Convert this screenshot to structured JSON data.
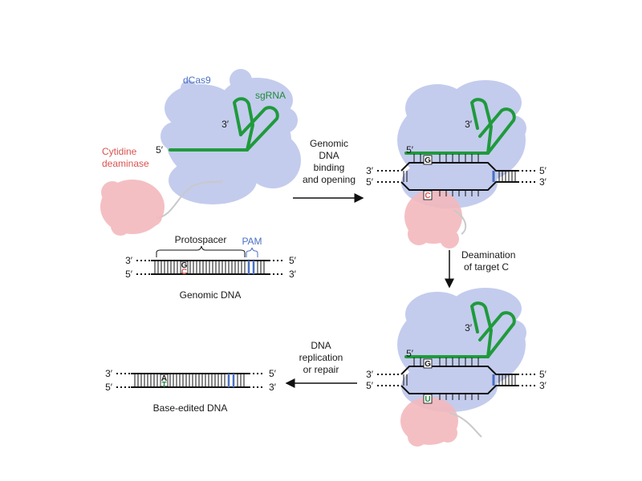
{
  "colors": {
    "dcas9": "#b9c4ea",
    "dcas9_label": "#4a6fc4",
    "sgrna": "#1f9a3c",
    "deaminase": "#f3b9bd",
    "deaminase_label": "#d9534f",
    "pam": "#4a6fc4",
    "dna": "#111111"
  },
  "labels": {
    "dcas9": "dCas9",
    "sgrna": "sgRNA",
    "cytidine": "Cytidine",
    "deaminase": "deaminase",
    "protospacer": "Protospacer",
    "pam": "PAM",
    "genomic_dna": "Genomic DNA",
    "base_edited_dna": "Base-edited DNA",
    "five_prime": "5′",
    "three_prime": "3′"
  },
  "steps": {
    "step1": [
      "Genomic",
      "DNA",
      "binding",
      "and opening"
    ],
    "step2": [
      "Deamination",
      "of target C"
    ],
    "step3": [
      "DNA",
      "replication",
      "or repair"
    ]
  },
  "bases": {
    "g": "G",
    "c": "C",
    "u": "U",
    "a": "A",
    "t": "T"
  }
}
